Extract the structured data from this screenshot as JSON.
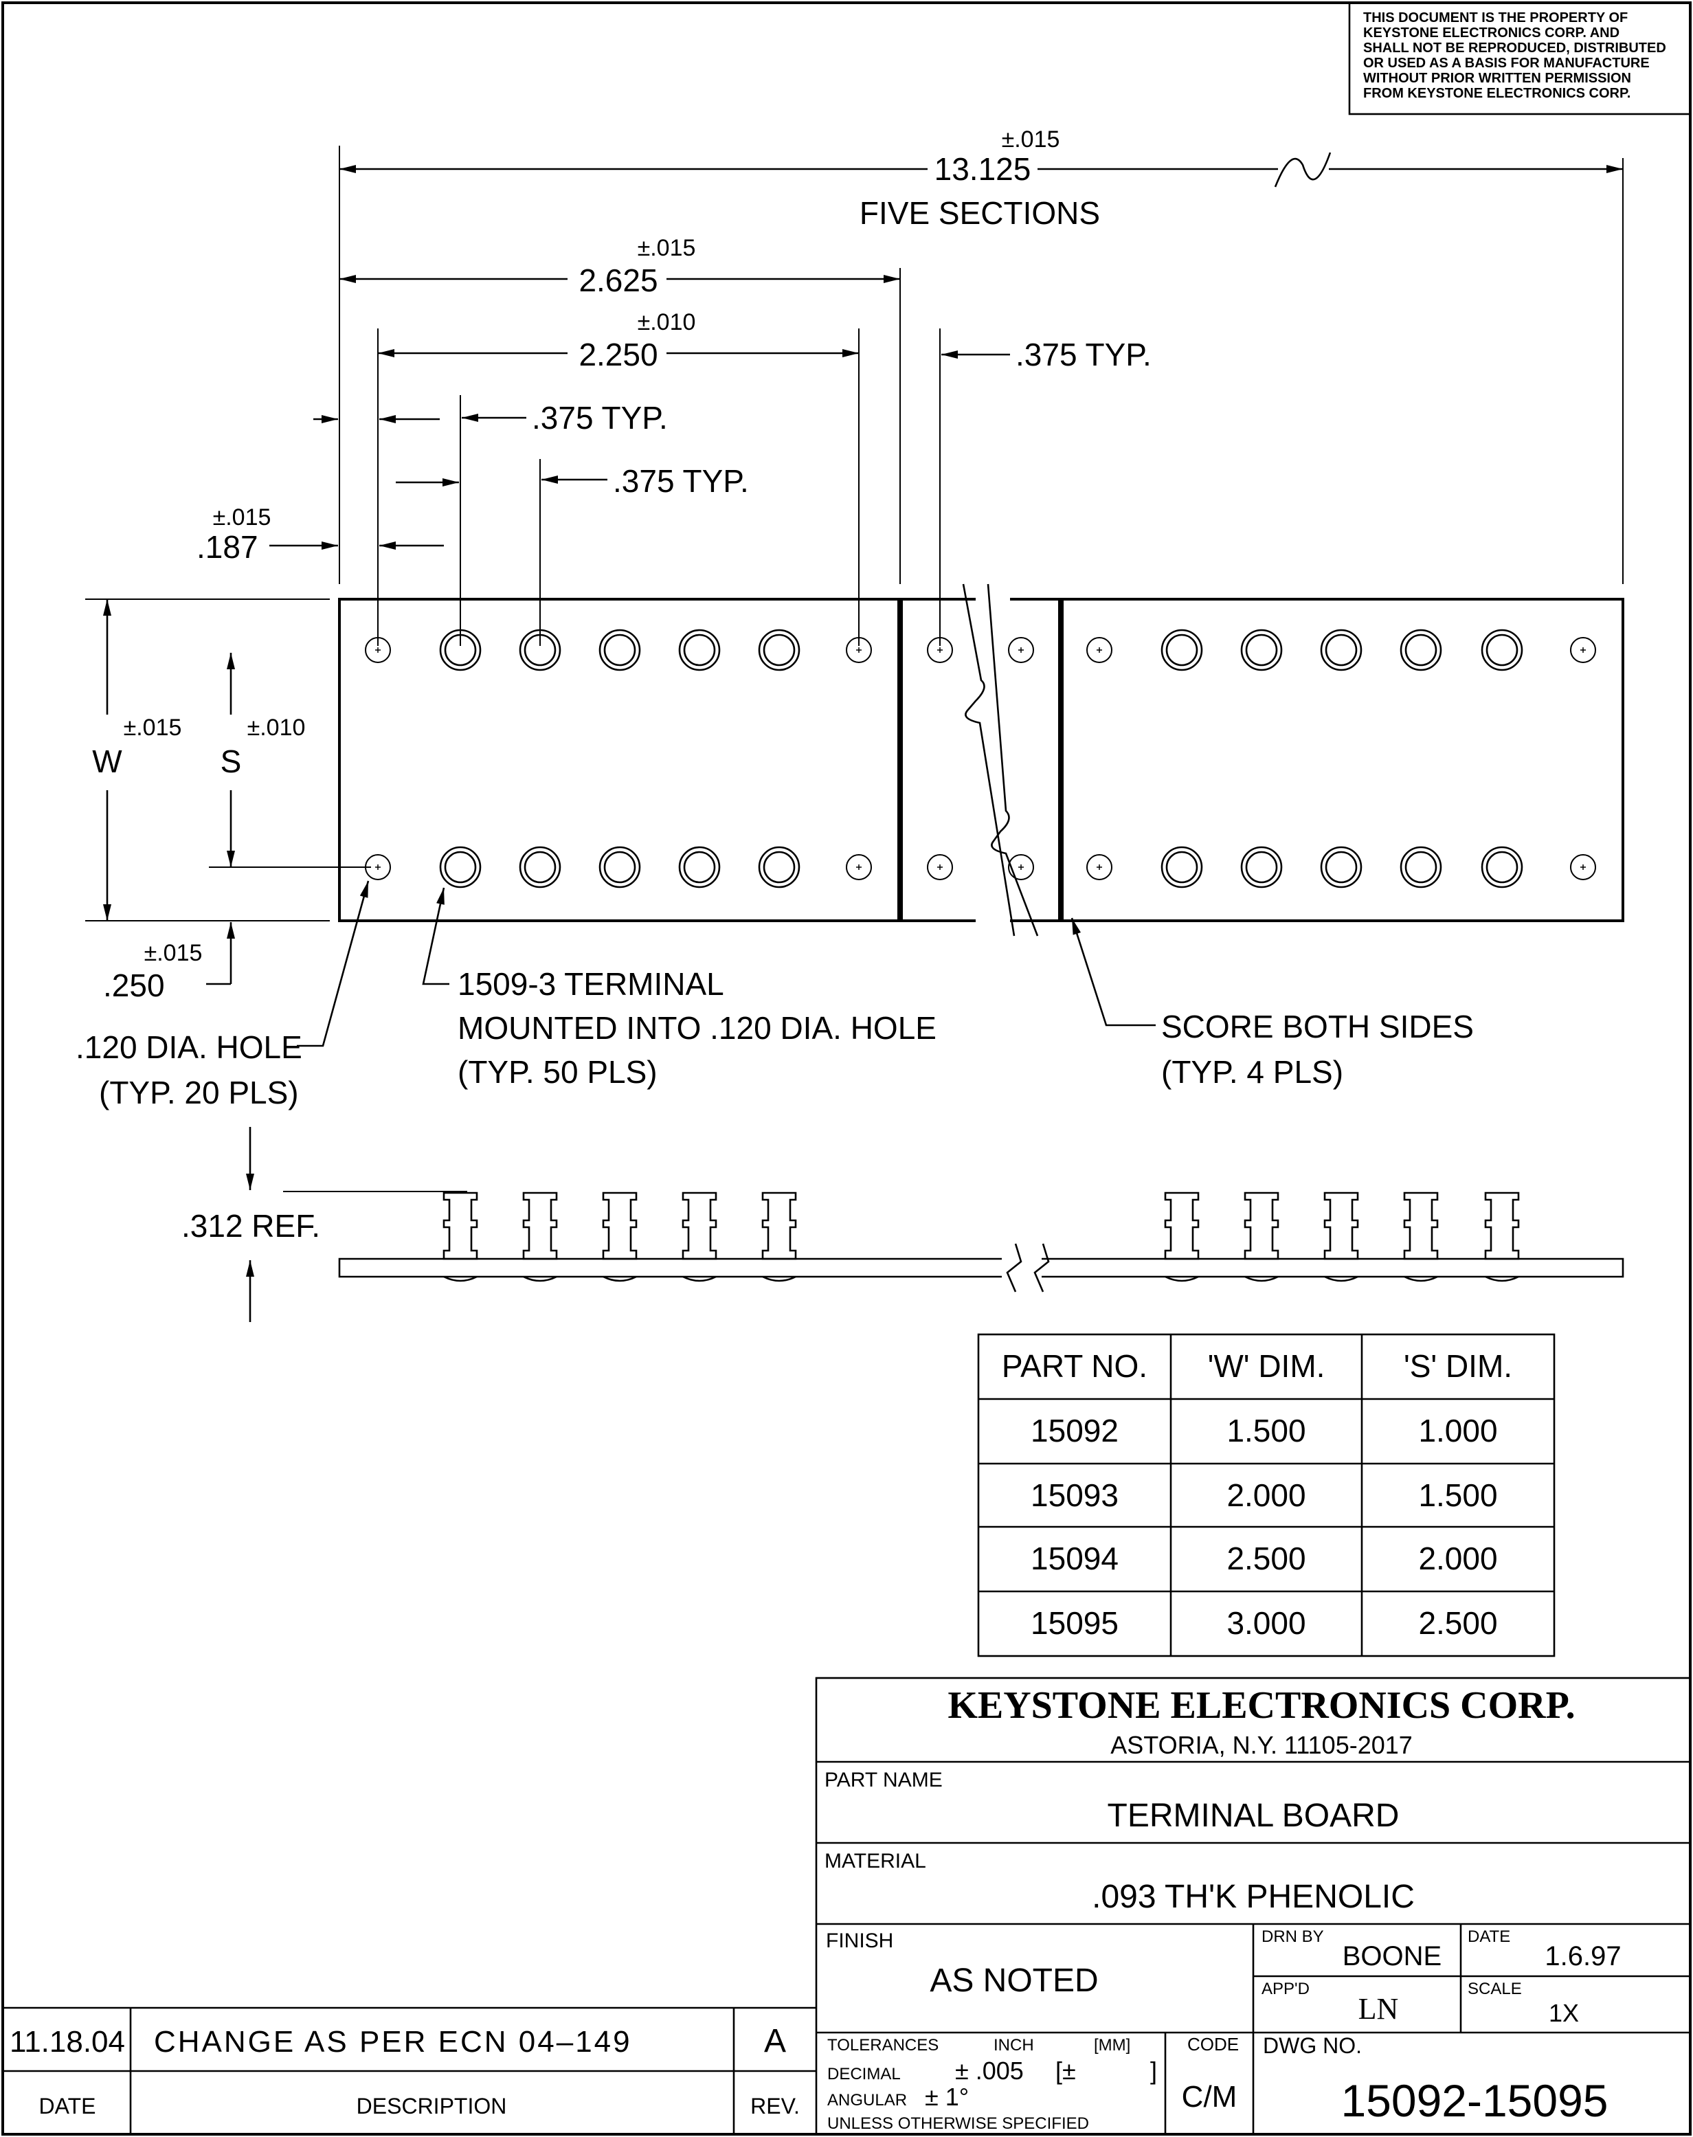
{
  "notice": [
    "THIS DOCUMENT IS THE PROPERTY OF",
    "KEYSTONE ELECTRONICS CORP. AND",
    "SHALL NOT BE REPRODUCED, DISTRIBUTED",
    "OR USED AS A BASIS FOR MANUFACTURE",
    "WITHOUT PRIOR WRITTEN PERMISSION",
    "FROM KEYSTONE ELECTRONICS CORP."
  ],
  "dims": {
    "overall_tol": "±.015",
    "overall": "13.125",
    "overall_note": "FIVE SECTIONS",
    "section_tol": "±.015",
    "section": "2.625",
    "hole_span_tol": "±.010",
    "hole_span": "2.250",
    "score_typ": ".375 TYP.",
    "pitch1": ".375 TYP.",
    "pitch2": ".375 TYP.",
    "edge_tol": "±.015",
    "edge": ".187",
    "w_tol": "±.015",
    "w": "W",
    "s_tol": "±.010",
    "s": "S",
    "bottom_tol": "±.015",
    "bottom": ".250",
    "height_ref": ".312 REF."
  },
  "callouts": {
    "hole": [
      ".120 DIA. HOLE",
      "(TYP. 20 PLS)"
    ],
    "terminal": [
      "1509-3 TERMINAL",
      "MOUNTED INTO .120 DIA. HOLE",
      "(TYP. 50 PLS)"
    ],
    "score": [
      "SCORE BOTH SIDES",
      "(TYP. 4 PLS)"
    ]
  },
  "parts_table": {
    "headers": [
      "PART NO.",
      "'W' DIM.",
      "'S' DIM."
    ],
    "rows": [
      [
        "15092",
        "1.500",
        "1.000"
      ],
      [
        "15093",
        "2.000",
        "1.500"
      ],
      [
        "15094",
        "2.500",
        "2.000"
      ],
      [
        "15095",
        "3.000",
        "2.500"
      ]
    ]
  },
  "title_block": {
    "company": "KEYSTONE ELECTRONICS CORP.",
    "address": "ASTORIA, N.Y. 11105-2017",
    "part_name_label": "PART NAME",
    "part_name": "TERMINAL BOARD",
    "material_label": "MATERIAL",
    "material": ".093 TH'K PHENOLIC",
    "finish_label": "FINISH",
    "finish": "AS NOTED",
    "drn_by_label": "DRN BY",
    "drn_by": "BOONE",
    "date_label": "DATE",
    "date": "1.6.97",
    "appd_label": "APP'D",
    "appd": "LN",
    "scale_label": "SCALE",
    "scale": "1X",
    "tolerances_label": "TOLERANCES",
    "inch_label": "INCH",
    "mm_label": "[MM]",
    "decimal_label": "DECIMAL",
    "decimal_value": "± .005",
    "decimal_mm": "[±",
    "decimal_mm_close": "]",
    "angular_label": "ANGULAR",
    "angular_value": "± 1°",
    "unless_note": "UNLESS OTHERWISE SPECIFIED",
    "code_label": "CODE",
    "code": "C/M",
    "dwg_no_label": "DWG NO.",
    "dwg_no": "15092-15095"
  },
  "revision": {
    "date": "11.18.04",
    "description": "CHANGE AS PER ECN 04–149",
    "rev": "A",
    "date_label": "DATE",
    "description_label": "DESCRIPTION",
    "rev_label": "REV."
  }
}
